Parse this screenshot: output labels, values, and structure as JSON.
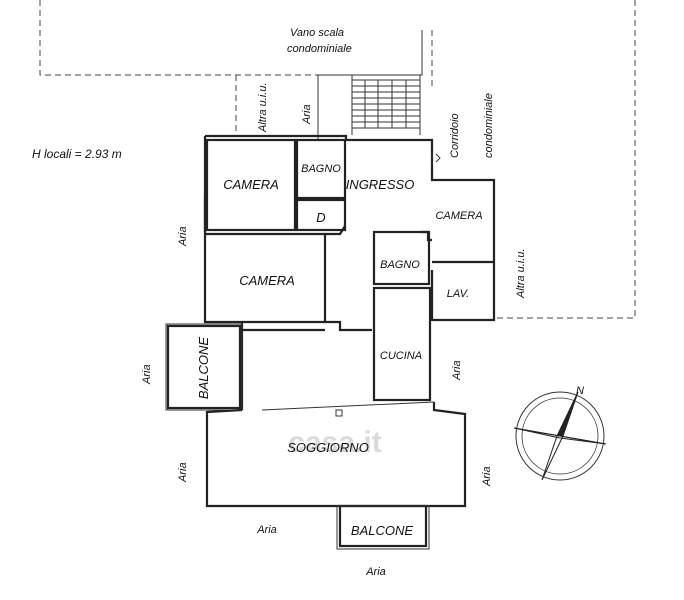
{
  "header": {
    "height_note": "H locali = 2.93 m"
  },
  "labels": {
    "vano_scala_line1": "Vano scala",
    "vano_scala_line2": "condominiale",
    "corridoio_line1": "Corridoio",
    "corridoio_line2": "condominiale",
    "altra_uiu": "Altra u.i.u.",
    "aria": "Aria"
  },
  "rooms": {
    "camera": "CAMERA",
    "bagno": "BAGNO",
    "ingresso": "INGRESSO",
    "ripostiglio": "D",
    "lavanderia": "LAV.",
    "cucina": "CUCINA",
    "balcone": "BALCONE",
    "soggiorno": "SOGGIORNO"
  },
  "compass": {
    "north_label": "N"
  },
  "watermark": {
    "text": "casa.it"
  },
  "colors": {
    "wall": "#222222",
    "text": "#111111",
    "watermark": "#d9d9d9"
  }
}
